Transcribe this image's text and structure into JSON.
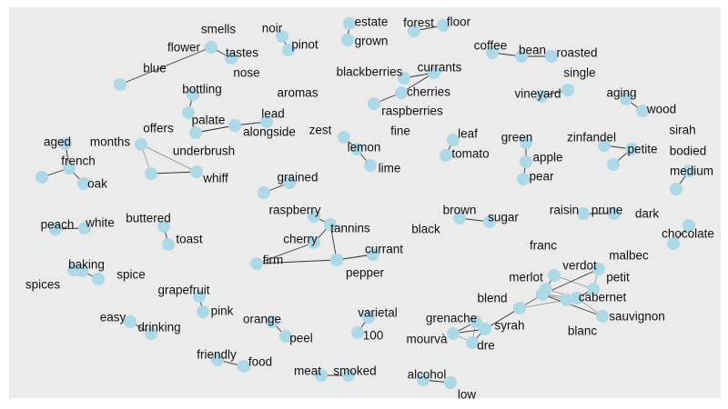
{
  "chart_data": {
    "type": "network",
    "node_color": "#add8e6",
    "edge_color": "#333333",
    "background_color": "#ebebeb",
    "nodes": [
      "smells",
      "tastes",
      "flower",
      "blue",
      "noir",
      "pinot",
      "estate",
      "grown",
      "forest",
      "floor",
      "coffee",
      "bean",
      "roasted",
      "nose",
      "bottling",
      "palate",
      "aromas",
      "lead",
      "alongside",
      "blackberries",
      "currants",
      "cherries",
      "raspberries",
      "single",
      "vineyard",
      "aging",
      "wood",
      "offers",
      "underbrush",
      "whiff",
      "aged",
      "months",
      "french",
      "oak",
      "zest",
      "lemon",
      "lime",
      "fine",
      "leaf",
      "tomato",
      "green",
      "apple",
      "pear",
      "zinfandel",
      "petite",
      "sirah",
      "bodied",
      "medium",
      "grained",
      "raspberry",
      "tannins",
      "cherry",
      "black",
      "firm",
      "currant",
      "pepper",
      "brown",
      "sugar",
      "raisin",
      "prune",
      "dark",
      "chocolate",
      "peach",
      "white",
      "buttered",
      "toast",
      "baking",
      "spice",
      "spices",
      "grapefruit",
      "pink",
      "easy",
      "drinking",
      "orange",
      "peel",
      "varietal",
      "100",
      "friendly",
      "food",
      "meat",
      "smoked",
      "alcohol",
      "low",
      "franc",
      "verdot",
      "malbec",
      "merlot",
      "petit",
      "blend",
      "cabernet",
      "grenache",
      "syrah",
      "sauvignon",
      "blanc",
      "mourvà",
      "dre"
    ],
    "edges": [
      [
        "smells",
        "tastes"
      ],
      [
        "flower",
        "blue"
      ],
      [
        "noir",
        "pinot"
      ],
      [
        "estate",
        "grown"
      ],
      [
        "forest",
        "floor"
      ],
      [
        "coffee",
        "bean"
      ],
      [
        "bean",
        "roasted"
      ],
      [
        "nose",
        "bottling"
      ],
      [
        "aromas",
        "palate"
      ],
      [
        "lead",
        "alongside"
      ],
      [
        "palate",
        "alongside"
      ],
      [
        "blackberries",
        "currants"
      ],
      [
        "currants",
        "cherries"
      ],
      [
        "cherries",
        "raspberries"
      ],
      [
        "single",
        "vineyard"
      ],
      [
        "aging",
        "wood"
      ],
      [
        "offers",
        "underbrush"
      ],
      [
        "underbrush",
        "whiff"
      ],
      [
        "offers",
        "whiff"
      ],
      [
        "aged",
        "french"
      ],
      [
        "months",
        "french"
      ],
      [
        "french",
        "oak"
      ],
      [
        "zest",
        "lemon"
      ],
      [
        "lemon",
        "lime"
      ],
      [
        "fine",
        "grained"
      ],
      [
        "leaf",
        "tomato"
      ],
      [
        "green",
        "apple"
      ],
      [
        "apple",
        "pear"
      ],
      [
        "zinfandel",
        "petite"
      ],
      [
        "sirah",
        "petite"
      ],
      [
        "bodied",
        "medium"
      ],
      [
        "raspberry",
        "tannins"
      ],
      [
        "black",
        "currant"
      ],
      [
        "cherry",
        "tannins"
      ],
      [
        "cherry",
        "firm"
      ],
      [
        "firm",
        "pepper"
      ],
      [
        "currant",
        "pepper"
      ],
      [
        "tannins",
        "pepper"
      ],
      [
        "brown",
        "sugar"
      ],
      [
        "raisin",
        "prune"
      ],
      [
        "dark",
        "chocolate"
      ],
      [
        "peach",
        "white"
      ],
      [
        "buttered",
        "toast"
      ],
      [
        "baking",
        "spice"
      ],
      [
        "spices",
        "baking"
      ],
      [
        "grapefruit",
        "pink"
      ],
      [
        "easy",
        "drinking"
      ],
      [
        "orange",
        "peel"
      ],
      [
        "varietal",
        "100"
      ],
      [
        "friendly",
        "food"
      ],
      [
        "meat",
        "smoked"
      ],
      [
        "alcohol",
        "low"
      ],
      [
        "franc",
        "cabernet"
      ],
      [
        "franc",
        "merlot"
      ],
      [
        "verdot",
        "petit"
      ],
      [
        "verdot",
        "merlot"
      ],
      [
        "malbec",
        "petit"
      ],
      [
        "malbec",
        "merlot"
      ],
      [
        "merlot",
        "cabernet"
      ],
      [
        "merlot",
        "blend"
      ],
      [
        "merlot",
        "syrah"
      ],
      [
        "petit",
        "cabernet"
      ],
      [
        "blend",
        "cabernet"
      ],
      [
        "blend",
        "syrah"
      ],
      [
        "cabernet",
        "sauvignon"
      ],
      [
        "blanc",
        "cabernet"
      ],
      [
        "blanc",
        "merlot"
      ],
      [
        "sauvignon",
        "merlot"
      ],
      [
        "grenache",
        "syrah"
      ],
      [
        "grenache",
        "mourvà"
      ],
      [
        "grenache",
        "dre"
      ],
      [
        "syrah",
        "mourvà"
      ],
      [
        "mourvà",
        "dre"
      ],
      [
        "syrah",
        "dre"
      ]
    ]
  }
}
